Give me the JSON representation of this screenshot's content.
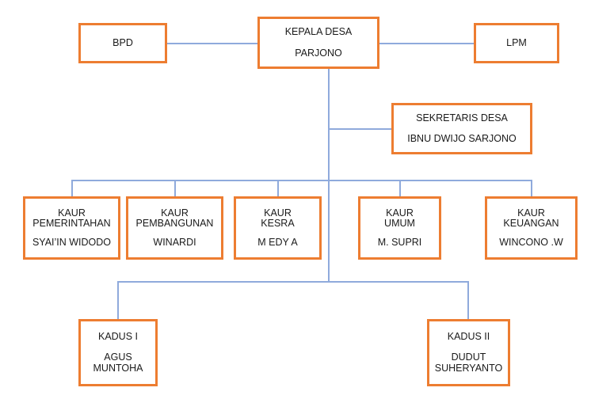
{
  "diagram": {
    "kind": "organizational-chart",
    "colors": {
      "node_border": "#ED7D31",
      "connector": "#8FAADC",
      "node_fill": "#FFFFFF",
      "text": "#1A1A1A"
    }
  },
  "nodes": {
    "bpd": {
      "title": "BPD",
      "name": ""
    },
    "kepala_desa": {
      "title": "KEPALA DESA",
      "name": "PARJONO"
    },
    "lpm": {
      "title": "LPM",
      "name": ""
    },
    "sekretaris_desa": {
      "title": "SEKRETARIS DESA",
      "name": "IBNU DWIJO SARJONO"
    },
    "kaur_pemerintahan": {
      "title_line1": "KAUR",
      "title_line2": "PEMERINTAHAN",
      "name": "SYAI’IN WIDODO"
    },
    "kaur_pembangunan": {
      "title_line1": "KAUR",
      "title_line2": "PEMBANGUNAN",
      "name": "WINARDI"
    },
    "kaur_kesra": {
      "title_line1": "KAUR",
      "title_line2": "KESRA",
      "name": "M EDY A"
    },
    "kaur_umum": {
      "title_line1": "KAUR",
      "title_line2": "UMUM",
      "name": "M. SUPRI"
    },
    "kaur_keuangan": {
      "title_line1": "KAUR",
      "title_line2": "KEUANGAN",
      "name": "WINCONO .W"
    },
    "kadus_1": {
      "title": "KADUS I",
      "name_line1": "AGUS",
      "name_line2": "MUNTOHA"
    },
    "kadus_2": {
      "title": "KADUS II",
      "name_line1": "DUDUT",
      "name_line2": "SUHERYANTO"
    }
  }
}
